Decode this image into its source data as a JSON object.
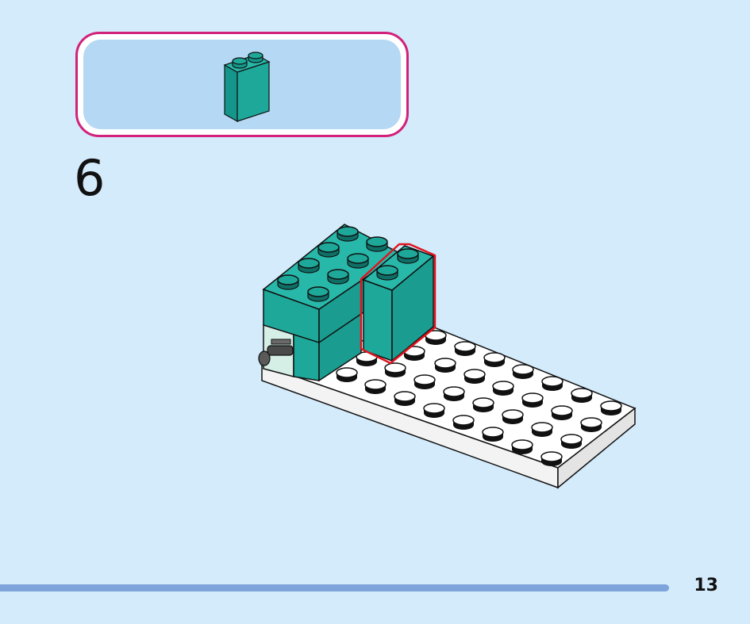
{
  "parts_callout": {
    "part": "teal-1x2x2-brick-icon",
    "quantity": 1
  },
  "step": {
    "number": "6"
  },
  "page": {
    "number": "13",
    "progress": 0.89
  },
  "colors": {
    "background": "#d4ebfb",
    "callout_border": "#d2217b",
    "callout_fill": "#b5d8f4",
    "brick_teal": "#1ea89a",
    "highlight": "#e0141e",
    "progress_bar": "#7ea4db"
  }
}
